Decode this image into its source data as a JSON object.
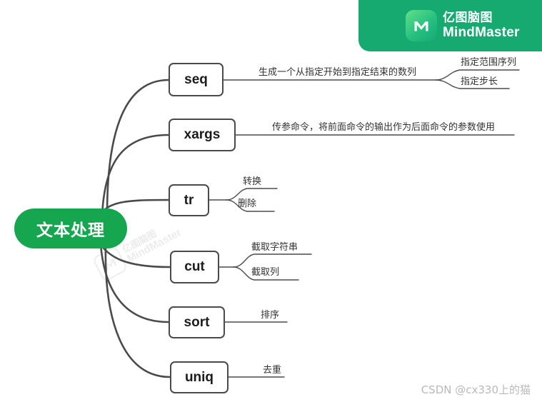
{
  "brand": {
    "logo_icon": "mindmaster-logo-icon",
    "name_cn": "亿图脑图",
    "name_en": "MindMaster",
    "banner_color": "#16a970"
  },
  "mindmap": {
    "root": {
      "label": "文本处理",
      "color": "#16a64f"
    },
    "branches": [
      {
        "id": "seq",
        "label": "seq",
        "description": "生成一个从指定开始到指定结束的数列",
        "children": [
          {
            "label": "指定范围序列"
          },
          {
            "label": "指定步长"
          }
        ]
      },
      {
        "id": "xargs",
        "label": "xargs",
        "description": "传参命令，将前面命令的输出作为后面命令的参数使用",
        "children": []
      },
      {
        "id": "tr",
        "label": "tr",
        "description": "",
        "children": [
          {
            "label": "转换"
          },
          {
            "label": "删除"
          }
        ]
      },
      {
        "id": "cut",
        "label": "cut",
        "description": "",
        "children": [
          {
            "label": "截取字符串"
          },
          {
            "label": "截取列"
          }
        ]
      },
      {
        "id": "sort",
        "label": "sort",
        "description": "排序",
        "children": []
      },
      {
        "id": "uniq",
        "label": "uniq",
        "description": "去重",
        "children": []
      }
    ]
  },
  "watermarks": {
    "center_cn": "亿图脑图",
    "center_en": "MindMaster",
    "csdn": "CSDN @cx330上的猫"
  }
}
